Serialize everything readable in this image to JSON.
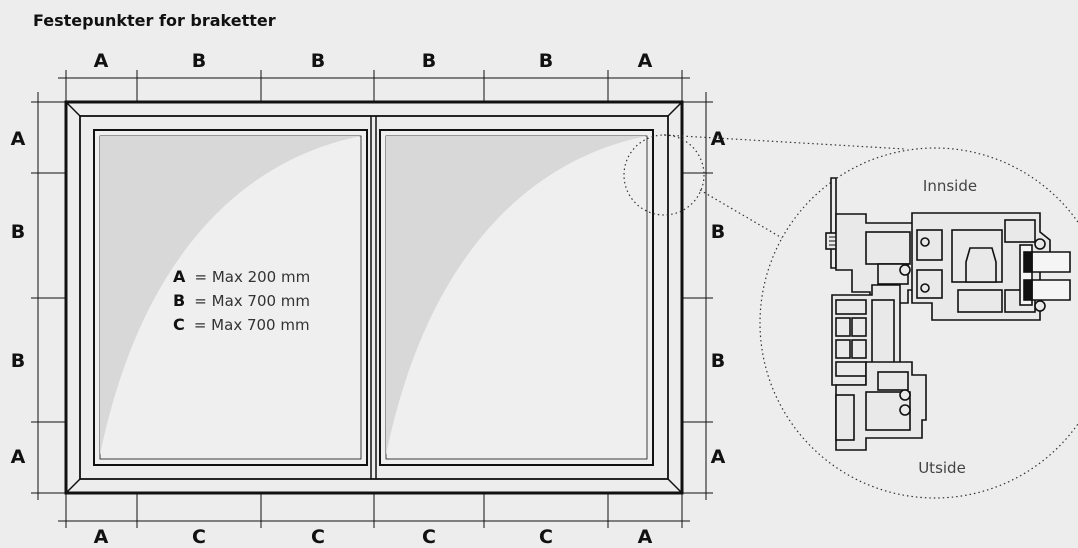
{
  "title": "Festepunkter for braketter",
  "colors": {
    "background": "#ededed",
    "line": "#111111",
    "glass_reflection": "#d8d8d8",
    "glass": "#efefef"
  },
  "dimensions": {
    "top": [
      "A",
      "B",
      "B",
      "B",
      "B",
      "A"
    ],
    "bottom": [
      "A",
      "C",
      "C",
      "C",
      "C",
      "A"
    ],
    "left": [
      "A",
      "B",
      "B",
      "A"
    ],
    "right": [
      "A",
      "B",
      "B",
      "A"
    ]
  },
  "legend": [
    {
      "key": "A",
      "text": "= Max 200 mm"
    },
    {
      "key": "B",
      "text": "= Max 700 mm"
    },
    {
      "key": "C",
      "text": "= Max 700 mm"
    }
  ],
  "detail": {
    "inside_label": "Innside",
    "outside_label": "Utside"
  }
}
